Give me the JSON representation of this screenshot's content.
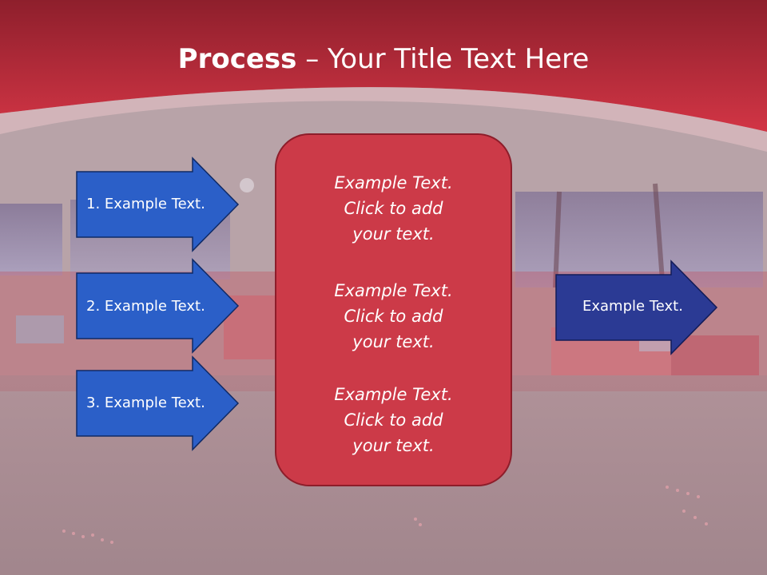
{
  "title": {
    "bold": "Process",
    "separator": " – ",
    "rest": "Your Title Text Here"
  },
  "left_arrows": [
    {
      "label": "1. Example Text."
    },
    {
      "label": "2. Example Text."
    },
    {
      "label": "3. Example Text."
    }
  ],
  "center_box": {
    "paragraphs": [
      "Example Text.\nClick  to add\nyour text.",
      "Example Text.\nClick  to add\nyour text.",
      "Example Text.\nClick  to add\nyour text."
    ]
  },
  "right_arrow": {
    "label": "Example Text."
  },
  "colors": {
    "header_red": "#c8303f",
    "left_arrow_fill": "#2b5fc8",
    "right_arrow_fill": "#2b3a94",
    "center_box_fill": "#cc3a48"
  }
}
